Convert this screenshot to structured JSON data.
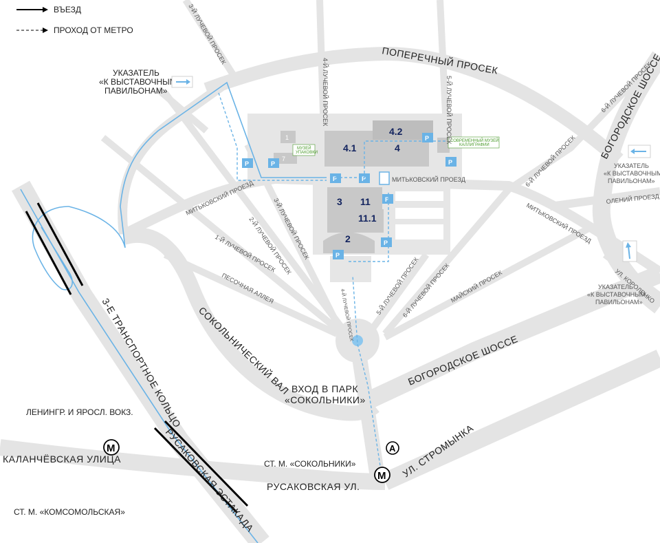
{
  "legend": {
    "entry": "ВЪЕЗД",
    "metro_walk": "ПРОХОД ОТ МЕТРО"
  },
  "colors": {
    "road": "#e4e4e4",
    "pavilion": "#c8c8c8",
    "pavilion_dark": "#bdbdbd",
    "route": "#6ab3e6",
    "hall_text": "#12235e",
    "museum_text": "#4a9a2a"
  },
  "streets": {
    "poperechny": "ПОПЕРЕЧНЫЙ ПРОСЕК",
    "bogorodskoe_ne": "БОГОРОДСКОЕ ШОССЕ",
    "bogorodskoe_s": "БОГОРОДСКОЕ ШОССЕ",
    "mitkovsky_center": "МИТЬКОВСКИЙ ПРОЕЗД",
    "mitkovsky_left": "МИТЬКОВСКИЙ ПРОЕЗД",
    "mitkovsky_right": "МИТЬКОВСКИЙ ПРОЕЗД",
    "oleny": "ОЛЕНИЙ ПРОЕЗД",
    "korolenko": "УЛ. КОРОЛЕНКО",
    "luch1": "1-Й ЛУЧЕВОЙ ПРОСЕК",
    "luch2": "2-Й ЛУЧЕВОЙ ПРОСЕК",
    "luch3": "3-Й ЛУЧЕВОЙ ПРОСЕК",
    "luch3_top": "3-Й ЛУЧЕВОЙ ПРОСЕК",
    "luch4": "4-Й ЛУЧЕВОЙ ПРОСЕК",
    "luch4_small": "4-Й ЛУЧЕВОЙ ПРОСЕК",
    "luch5": "5-Й ЛУЧЕВОЙ ПРОСЕК",
    "luch5_top": "5-Й ЛУЧЕВОЙ ПРОСЕК",
    "luch6": "6-Й ЛУЧЕВОЙ ПРОСЕК",
    "luch6_top": "6-Й ЛУЧЕВОЙ ПРОСЕК",
    "luch6_mid": "6-Й ЛУЧЕВОЙ ПРОСЕК",
    "maysky": "МАЙСКИЙ ПРОСЕК",
    "pesochnaya": "ПЕСОЧНАЯ АЛЛЕЯ",
    "sokolnichesky": "СОКОЛЬНИЧЕСКИЙ ВАЛ",
    "ttk": "3-е ТРАНСПОРТНОЕ КОЛЬЦО",
    "rusakovskaya_estakada": "РУСАКОВСКАЯ ЭСТАКАДА",
    "rusakovskaya_ul": "РУСАКОВСКАЯ УЛ.",
    "kalanchevskaya": "КАЛАНЧЁВСКАЯ УЛИЦА",
    "stromynka": "УЛ. СТРОМЫНКА"
  },
  "places": {
    "park_entrance_1": "ВХОД В ПАРК",
    "park_entrance_2": "«СОКОЛЬНИКИ»",
    "metro_sokolniki": "СТ. М. «СОКОЛЬНИКИ»",
    "stations": "ЛЕНИНГР. и ЯРОСЛ. ВОКЗ.",
    "metro_komsomolskaya": "СТ. М. «КОМСОМОЛЬСКАЯ»",
    "metro_symbol": "М",
    "bus_stop_symbol": "А"
  },
  "signs": {
    "left": [
      "УКАЗАТЕЛЬ",
      "«К ВЫСТАВОЧНЫМ",
      "ПАВИЛЬОНАМ»"
    ],
    "right_top": [
      "УКАЗАТЕЛЬ",
      "«К ВЫСТАВОЧНЫМ",
      "ПАВИЛЬОНАМ»"
    ],
    "right_bottom": [
      "УКАЗАТЕЛЬ",
      "«К ВЫСТАВОЧНЫМ",
      "ПАВИЛЬОНАМ»"
    ]
  },
  "pavilions": {
    "p4_2": "4.2",
    "p4_1": "4.1",
    "p4": "4",
    "p3": "3",
    "p11": "11",
    "p11_1": "11.1",
    "p2": "2",
    "p1": "1",
    "p7": "7"
  },
  "museums": {
    "packaging": [
      "МУЗЕЙ",
      "УПАКОВКИ"
    ],
    "calligraphy": [
      "СОВРЕМЕННЫЙ МУЗЕЙ",
      "КАЛЛИГРАФИИ"
    ]
  },
  "parking_symbol": "P"
}
